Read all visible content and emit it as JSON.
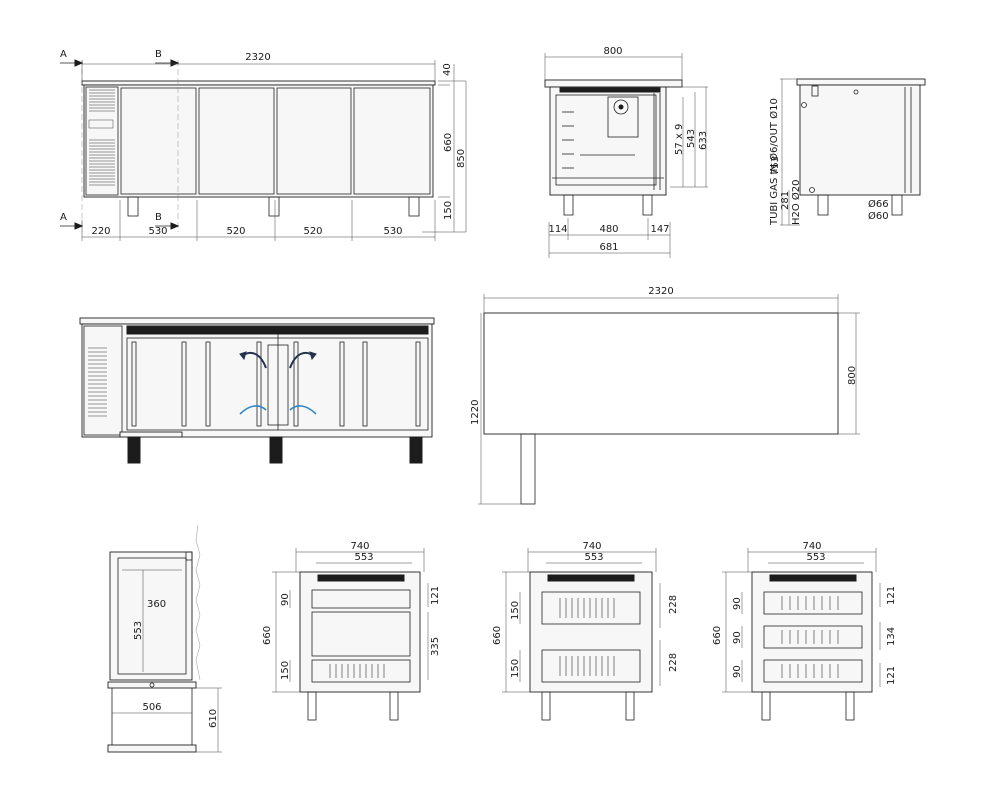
{
  "front_view": {
    "section_a": "A",
    "section_b": "B",
    "overall_width": "2320",
    "top_thickness": "40",
    "cabinet_height": "660",
    "total_height": "850",
    "leg_height": "150",
    "segments": [
      "220",
      "530",
      "520",
      "520",
      "530"
    ]
  },
  "side_section": {
    "width_top": "800",
    "tray_dims": "57 x 9",
    "inner_height": "543",
    "outer_height": "633",
    "bottom_dims": [
      "114",
      "480",
      "147"
    ],
    "bottom_total": "681"
  },
  "side_profile": {
    "height": "753",
    "note_gas": "TUBI GAS IN Ø6/OUT Ø10",
    "note_h2o": "H2O Ø20",
    "h2o_height": "281",
    "foot_dims": [
      "Ø66",
      "Ø60"
    ]
  },
  "plan_view": {
    "width": "2320",
    "depth": "800",
    "overall_depth": "1220"
  },
  "door_detail": {
    "inner_width": "360",
    "inner_height": "553",
    "base_width": "506",
    "base_height": "610"
  },
  "drawer_configs": [
    {
      "outer": "740",
      "inner": "553",
      "height": "660",
      "left": [
        "90",
        "150"
      ],
      "right": [
        "121",
        "335"
      ]
    },
    {
      "outer": "740",
      "inner": "553",
      "height": "660",
      "left": [
        "150",
        "150"
      ],
      "right": [
        "228",
        "228"
      ]
    },
    {
      "outer": "740",
      "inner": "553",
      "height": "660",
      "left": [
        "90",
        "90",
        "90"
      ],
      "right": [
        "121",
        "134",
        "121"
      ]
    }
  ]
}
